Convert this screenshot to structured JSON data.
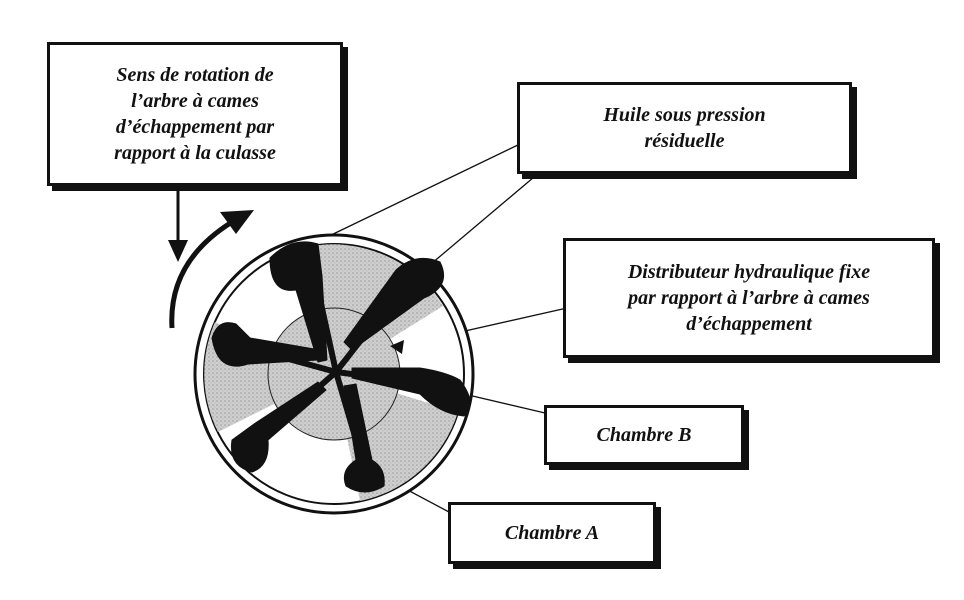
{
  "labels": {
    "rotation": [
      "Sens de rotation de",
      "l’arbre à cames",
      "d’échappement  par",
      "rapport à la culasse"
    ],
    "oil": [
      "Huile sous pression",
      "résiduelle"
    ],
    "distributor": [
      "Distributeur hydraulique fixe",
      "par rapport à l’arbre à cames",
      "d’échappement"
    ],
    "chamber_b": [
      "Chambre B"
    ],
    "chamber_a": [
      "Chambre A"
    ]
  },
  "colors": {
    "ink": "#111111",
    "fill_grey": "#c8c8c8",
    "hub_grey": "#d6d6d6",
    "background": "#ffffff"
  }
}
